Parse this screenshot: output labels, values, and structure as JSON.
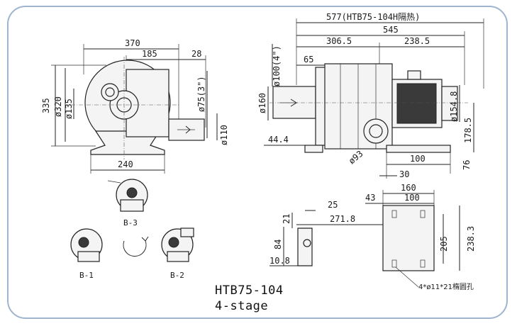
{
  "model": "HTB75-104",
  "stage": "4-stage",
  "views": {
    "front": {
      "d370": "370",
      "d185": "185",
      "d28": "28",
      "d335": "335",
      "d320": "ø320",
      "d135": "ø135",
      "d240": "240",
      "d75": "ø75(3\")",
      "d110": "ø110"
    },
    "side": {
      "d577": "577(HTB75-104H隔热)",
      "d545": "545",
      "d306": "306.5",
      "d238": "238.5",
      "d65": "65",
      "d100": "ø100(4\")",
      "d160": "ø160",
      "d154": "ø154.8",
      "d178": "178.5",
      "d44": "44.4",
      "d93": "ø93",
      "d100b": "100",
      "d30": "30",
      "d76": "76"
    },
    "base": {
      "d160": "160",
      "d43": "43",
      "d100": "100",
      "d205": "205",
      "d238": "238.3",
      "holes": "4*ø11*21楕圆孔"
    },
    "bracket": {
      "d25": "25",
      "d271": "271.8",
      "d21": "21",
      "d84": "84",
      "d10": "10.8"
    },
    "orientations": {
      "b1": "B-1",
      "b2": "B-2",
      "b3": "B-3"
    }
  }
}
